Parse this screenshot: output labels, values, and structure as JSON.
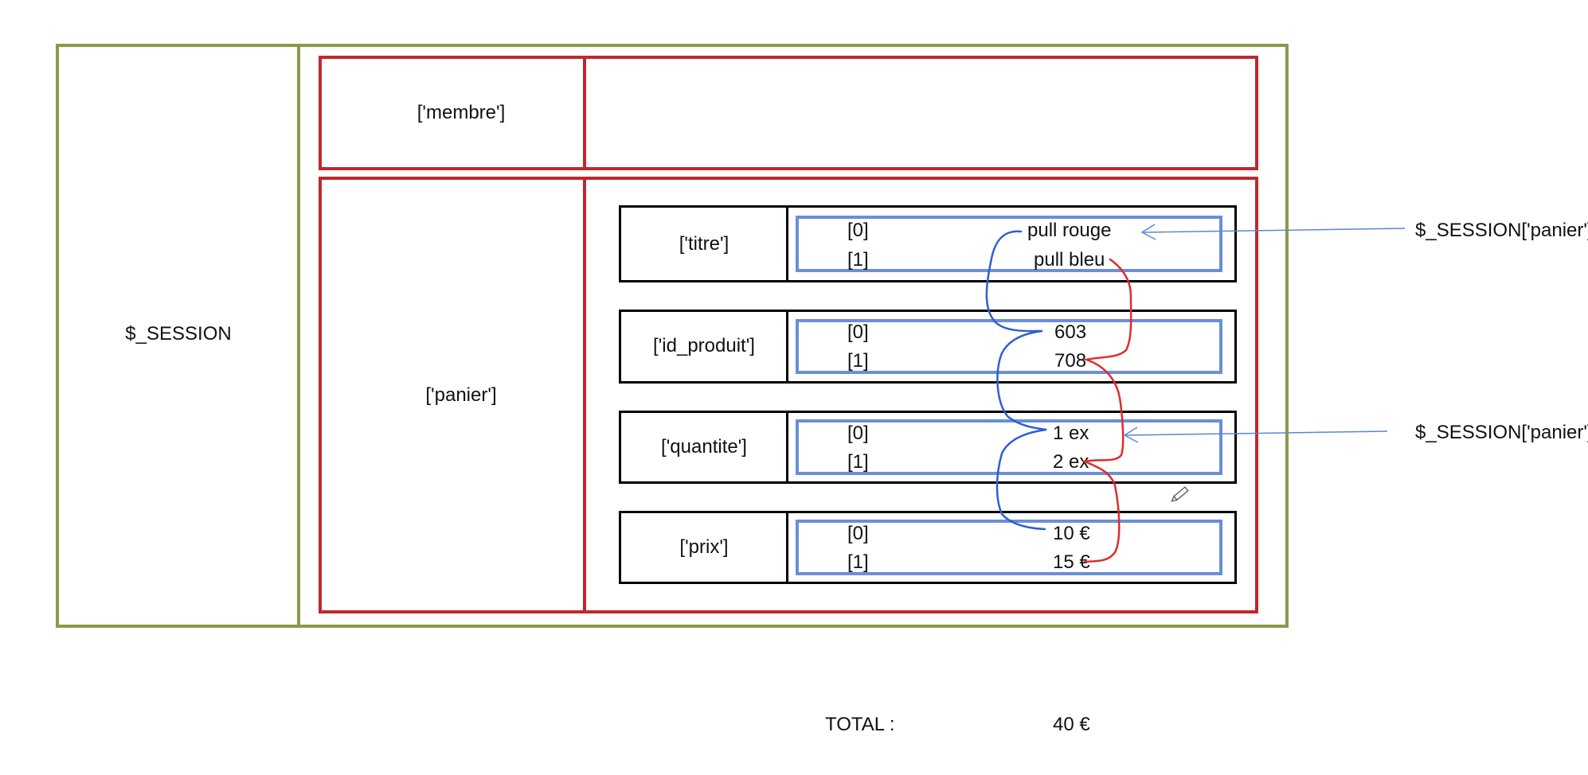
{
  "session": {
    "label": "$_SESSION",
    "colors": {
      "outer": "#8a9a4a",
      "inner": "#c0282d",
      "row": "#000000",
      "value_box": "#6a8fd8",
      "blue_link": "#2f5fd0",
      "red_link": "#e02b2b",
      "arrow": "#5b86d6"
    }
  },
  "membre": {
    "label": "['membre']"
  },
  "panier": {
    "label": "['panier']",
    "rows": [
      {
        "key": "['titre']",
        "items": [
          {
            "index": "[0]",
            "value": "pull rouge"
          },
          {
            "index": "[1]",
            "value": "pull bleu"
          }
        ]
      },
      {
        "key": "['id_produit']",
        "items": [
          {
            "index": "[0]",
            "value": "603"
          },
          {
            "index": "[1]",
            "value": "708"
          }
        ]
      },
      {
        "key": "['quantite']",
        "items": [
          {
            "index": "[0]",
            "value": "1 ex"
          },
          {
            "index": "[1]",
            "value": "2 ex"
          }
        ]
      },
      {
        "key": "['prix']",
        "items": [
          {
            "index": "[0]",
            "value": "10 €"
          },
          {
            "index": "[1]",
            "value": "15 €"
          }
        ]
      }
    ]
  },
  "annotations": [
    {
      "text": "$_SESSION['panier']"
    },
    {
      "text": "$_SESSION['panier']"
    }
  ],
  "total": {
    "label": "TOTAL :",
    "value": "40 €"
  }
}
